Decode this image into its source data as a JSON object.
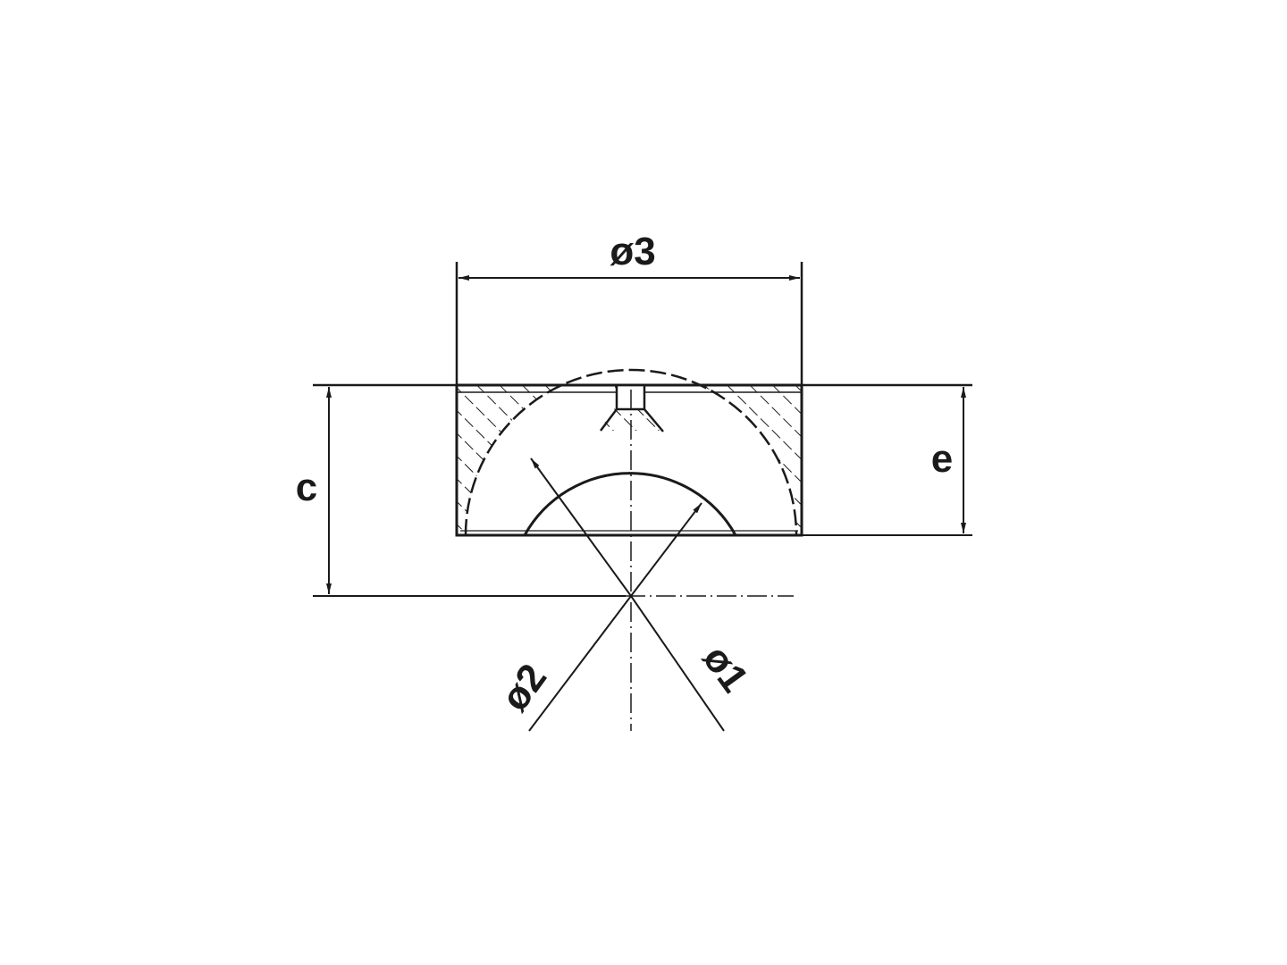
{
  "diagram": {
    "type": "technical-section-drawing",
    "subject": "spherical bearing seat / socket cross-section",
    "colors": {
      "line": "#1a1a1a",
      "background": "#ffffff"
    },
    "dimensions": {
      "d3": {
        "label": "ø3",
        "description": "outer diameter (horizontal)"
      },
      "d1": {
        "label": "ø1",
        "description": "inner spherical diameter"
      },
      "d2": {
        "label": "ø2",
        "description": "outer spherical diameter"
      },
      "c": {
        "label": "c",
        "description": "height from top face to sphere center"
      },
      "e": {
        "label": "e",
        "description": "body height"
      }
    },
    "features": [
      "hatched section body",
      "central vent hole with chamfer",
      "inner arc (ø1)",
      "outer dashed arc (ø2)",
      "vertical center line (dash-dot)",
      "horizontal center line (dash-dot)"
    ]
  }
}
